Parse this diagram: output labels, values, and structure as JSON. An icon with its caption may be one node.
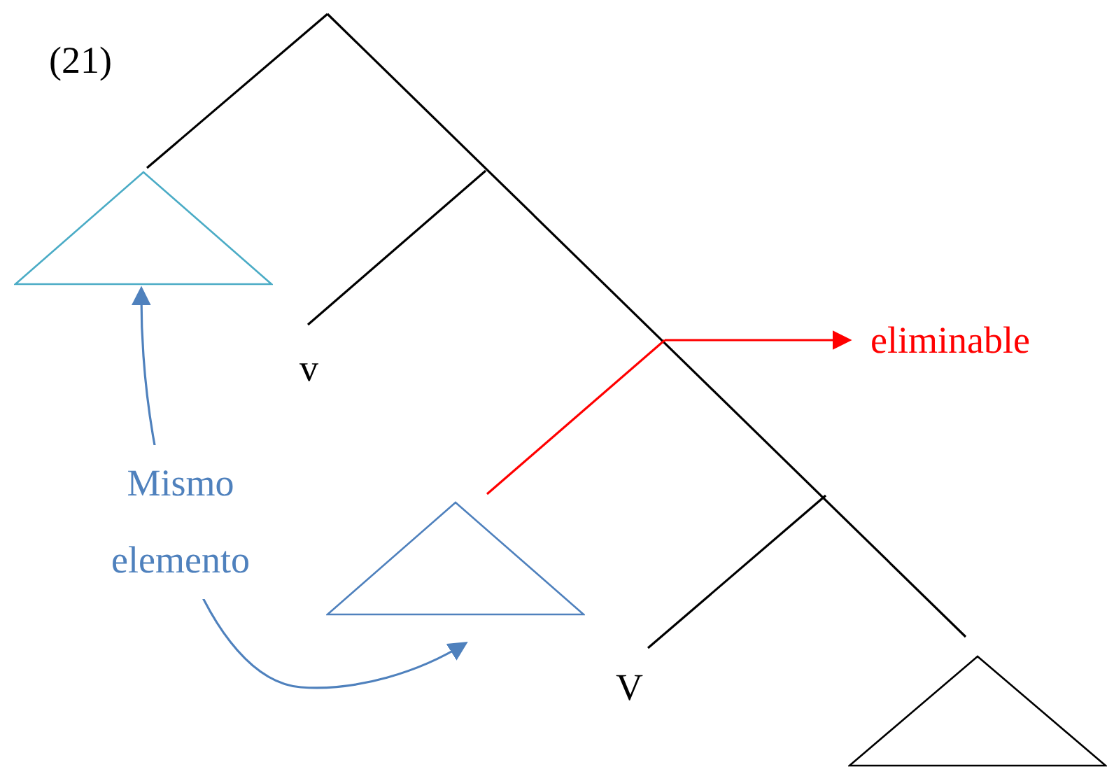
{
  "diagram": {
    "nodes": [
      {
        "text": [],
        "shape": "triangle"
      },
      {
        "text": [
          "v"
        ]
      },
      {
        "text": [],
        "shape": "triangle"
      },
      {
        "text": [
          "eliminable"
        ]
      },
      {
        "text": [
          "V"
        ]
      },
      {
        "text": [],
        "shape": "triangle"
      }
    ],
    "edges": [
      {
        "from": 2,
        "to": 0,
        "arrow": "both",
        "label": "Mismo elemento",
        "color": "#4f81bd"
      },
      {
        "from": null,
        "to": 3,
        "arrow": "to",
        "color": "#ff0000"
      }
    ],
    "labels": [
      "(21)"
    ]
  }
}
